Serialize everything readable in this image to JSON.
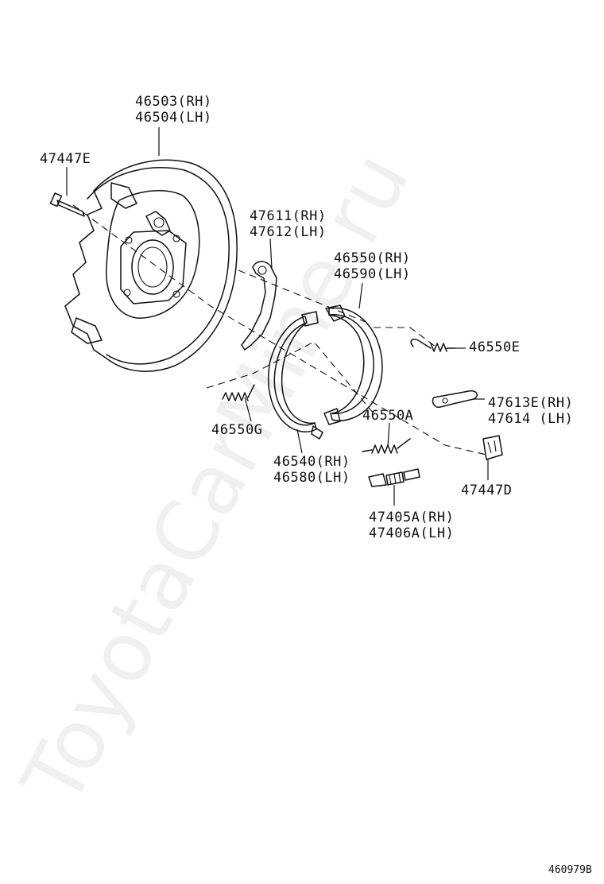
{
  "watermark": "ToyotaCarMine.ru",
  "figure_code": "460979B",
  "labels": {
    "backing_plate": [
      "46503(RH)",
      "46504(LH)"
    ],
    "bolt": [
      "47447E"
    ],
    "lever": [
      "47611(RH)",
      "47612(LH)"
    ],
    "front_shoe": [
      "46550(RH)",
      "46590(LH)"
    ],
    "spring_e": [
      "46550E"
    ],
    "strut": [
      "47613E(RH)",
      "47614  (LH)"
    ],
    "spring_g": [
      "46550G"
    ],
    "spring_a": [
      "46550A"
    ],
    "rear_shoe": [
      "46540(RH)",
      "46580(LH)"
    ],
    "adjuster": [
      "47405A(RH)",
      "47406A(LH)"
    ],
    "boot": [
      "47447D"
    ]
  }
}
